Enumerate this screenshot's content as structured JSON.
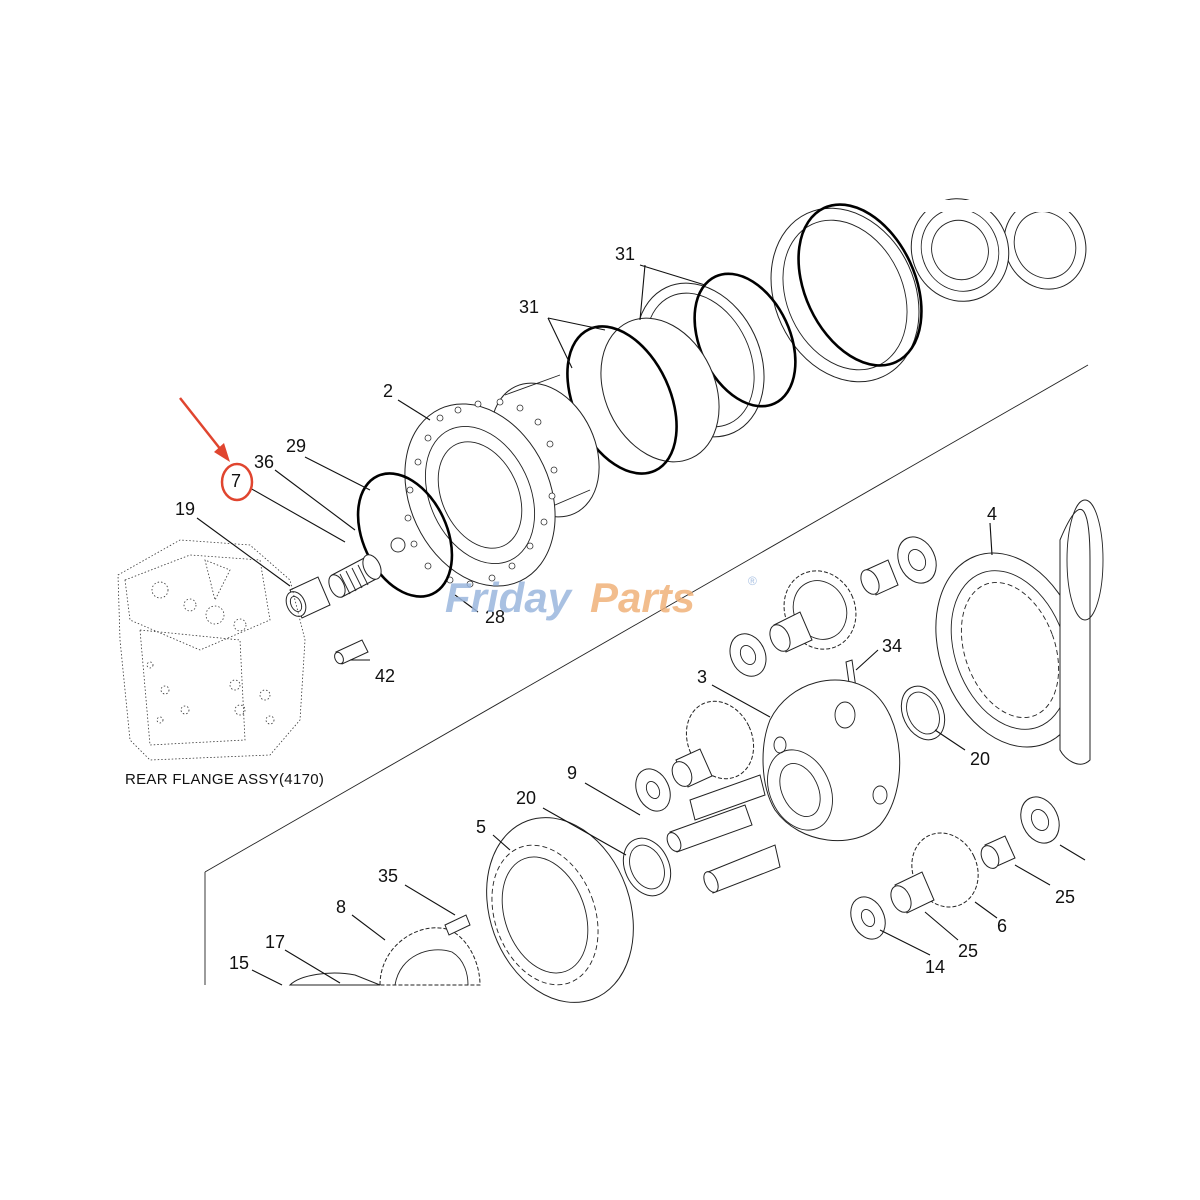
{
  "diagram": {
    "caption": "REAR FLANGE ASSY(4170)",
    "highlight": {
      "label": "7",
      "color": "#e0452f"
    },
    "labels": {
      "p31a": "31",
      "p31b": "31",
      "p2": "2",
      "p29": "29",
      "p7": "7",
      "p36": "36",
      "p19": "19",
      "p28": "28",
      "p42": "42",
      "p4": "4",
      "p34": "34",
      "p3": "3",
      "p20a": "20",
      "p9": "9",
      "p20b": "20",
      "p5": "5",
      "p35": "35",
      "p8": "8",
      "p17": "17",
      "p15": "15",
      "p25a": "25",
      "p6": "6",
      "p25b": "25",
      "p14": "14"
    },
    "watermark": {
      "part1": "Friday",
      "part2": "Parts",
      "mark": "®"
    }
  }
}
